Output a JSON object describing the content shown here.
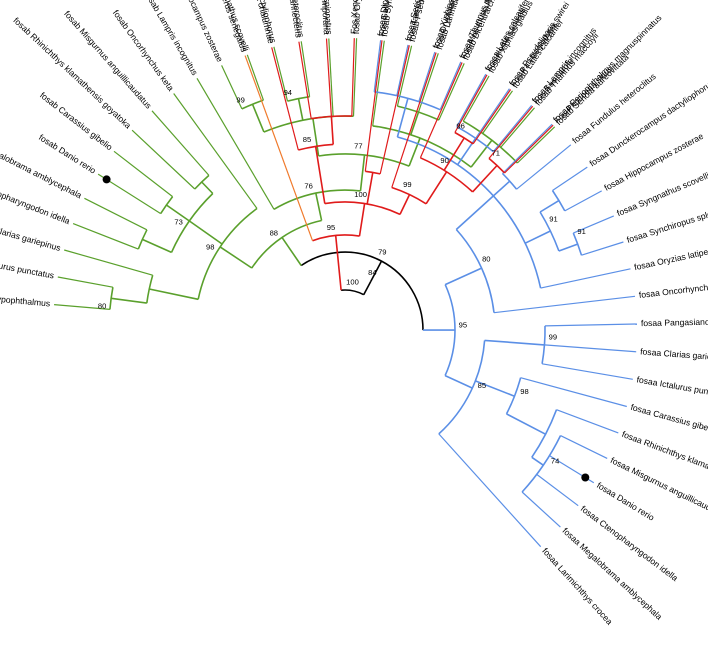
{
  "colors": {
    "root": "#000000",
    "tetrapod": "#e01b1b",
    "outgroup": "#f07a2c",
    "fosab": "#5aa02c",
    "fosaa": "#5b8fe6"
  },
  "bootstrap": {
    "b100_root": "100",
    "b84": "84",
    "b79": "79",
    "b95_main": "95",
    "b95_tetra": "95",
    "b85_tetra": "85",
    "b100_tetra": "100",
    "b99_mammal": "99",
    "b90": "90",
    "b96": "96",
    "b71": "71",
    "b80_b": "80",
    "b99_b": "99",
    "b73": "73",
    "b98_b": "98",
    "b88": "88",
    "b76": "76",
    "b77": "77",
    "b99_hippo": "99",
    "b94": "94",
    "b80_a": "80",
    "b91_a": "91",
    "b91_b": "91",
    "b99_a": "99",
    "b85_a": "85",
    "b98_a": "98",
    "b74": "74"
  },
  "leaves": {
    "tetrapod": [
      "fosab Polypterus senegalus",
      "Fos Latimeria chalumnae",
      "Fos Protopterus annectens",
      "Fos Rana temporaria",
      "Fos Xenopus tropicalis",
      "Fos Gallus gallus",
      "Fos Taeniopygia guttata",
      "Fos Oryctolagus cuniculus",
      "Fos Mus musculus",
      "Fos Homo sapiens",
      "Fos Pan troglodytes",
      "Fos Sus scrofa",
      "Fos Phocoena sinus"
    ],
    "fosab": [
      "fosab Pangasianodon hypophthalmus",
      "fosab Ictalurus punctatus",
      "fosab Clarias gariepinus",
      "fosab Ctenopharyngodon idella",
      "fosab Megalobrama amblycephala",
      "fosab Danio rerio",
      "fosab Carassius gibelio",
      "fosab Rhinichthys klamathensis goyatoka",
      "fosab Misgurnus anguillicaudatus",
      "fosab Oncorhynchus keta",
      "fosab Lampris incognitus",
      "fosab Hippocampus zosterae",
      "fosab Syngnathus scovelli",
      "fosab Dunckerocampus dactyliophorus",
      "fosab Fundulus heteroclitus",
      "fosab Periophthalmus magnuspinnatus",
      "fosab Oryzias latipes",
      "fosab Synchiropus splendidus",
      "fosab Pseudoliparis swirei",
      "fosab Larimichthys crocea",
      "fosab Dicentrarchus labrax",
      "fosab Xiphias gladius",
      "fosab Lates calcarifer",
      "fosab Thunnus maccoyii",
      "fosab Seriola aureovittata"
    ],
    "fosaa": [
      "fosaa Dicentrarchus labrax",
      "fosaa Seriola aureovittata",
      "fosaa Xiphias gladius",
      "fosaa Thunnus maccoyii",
      "fosaa Lates calcarifer",
      "fosaa Pseudoliparis swirei",
      "fosaa Lampris incognitus",
      "fosaa Periophthalmus magnuspinnatus",
      "fosaa Fundulus heteroclitus",
      "fosaa Dunckerocampus dactyliophorus",
      "fosaa Hippocampus zosterae",
      "fosaa Syngnathus scovelli",
      "fosaa Synchiropus splendidus",
      "fosaa Oryzias latipes",
      "fosaa Oncorhynchus keta",
      "fosaa Pangasianodon hypophthalmus",
      "fosaa Clarias gariepinus",
      "fosaa Ictalurus punctatus",
      "fosaa Carassius gibelio",
      "fosaa Rhinichthys klamathensis goyatoka",
      "fosaa Misgurnus anguillicaudatus",
      "fosaa Danio rerio",
      "fosaa Ctenopharyngodon idella",
      "fosaa Megalobrama amblycephala",
      "fosaa Larimichthys crocea"
    ]
  }
}
